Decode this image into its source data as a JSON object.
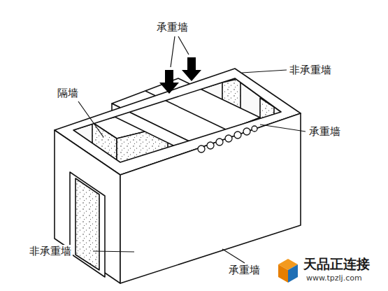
{
  "diagram": {
    "labels": [
      "承重墙",
      "非承重墙",
      "隔墙",
      "承重墙",
      "非承重墙",
      "承重墙",
      "天品正连接",
      "www.tpzlj.com"
    ]
  }
}
